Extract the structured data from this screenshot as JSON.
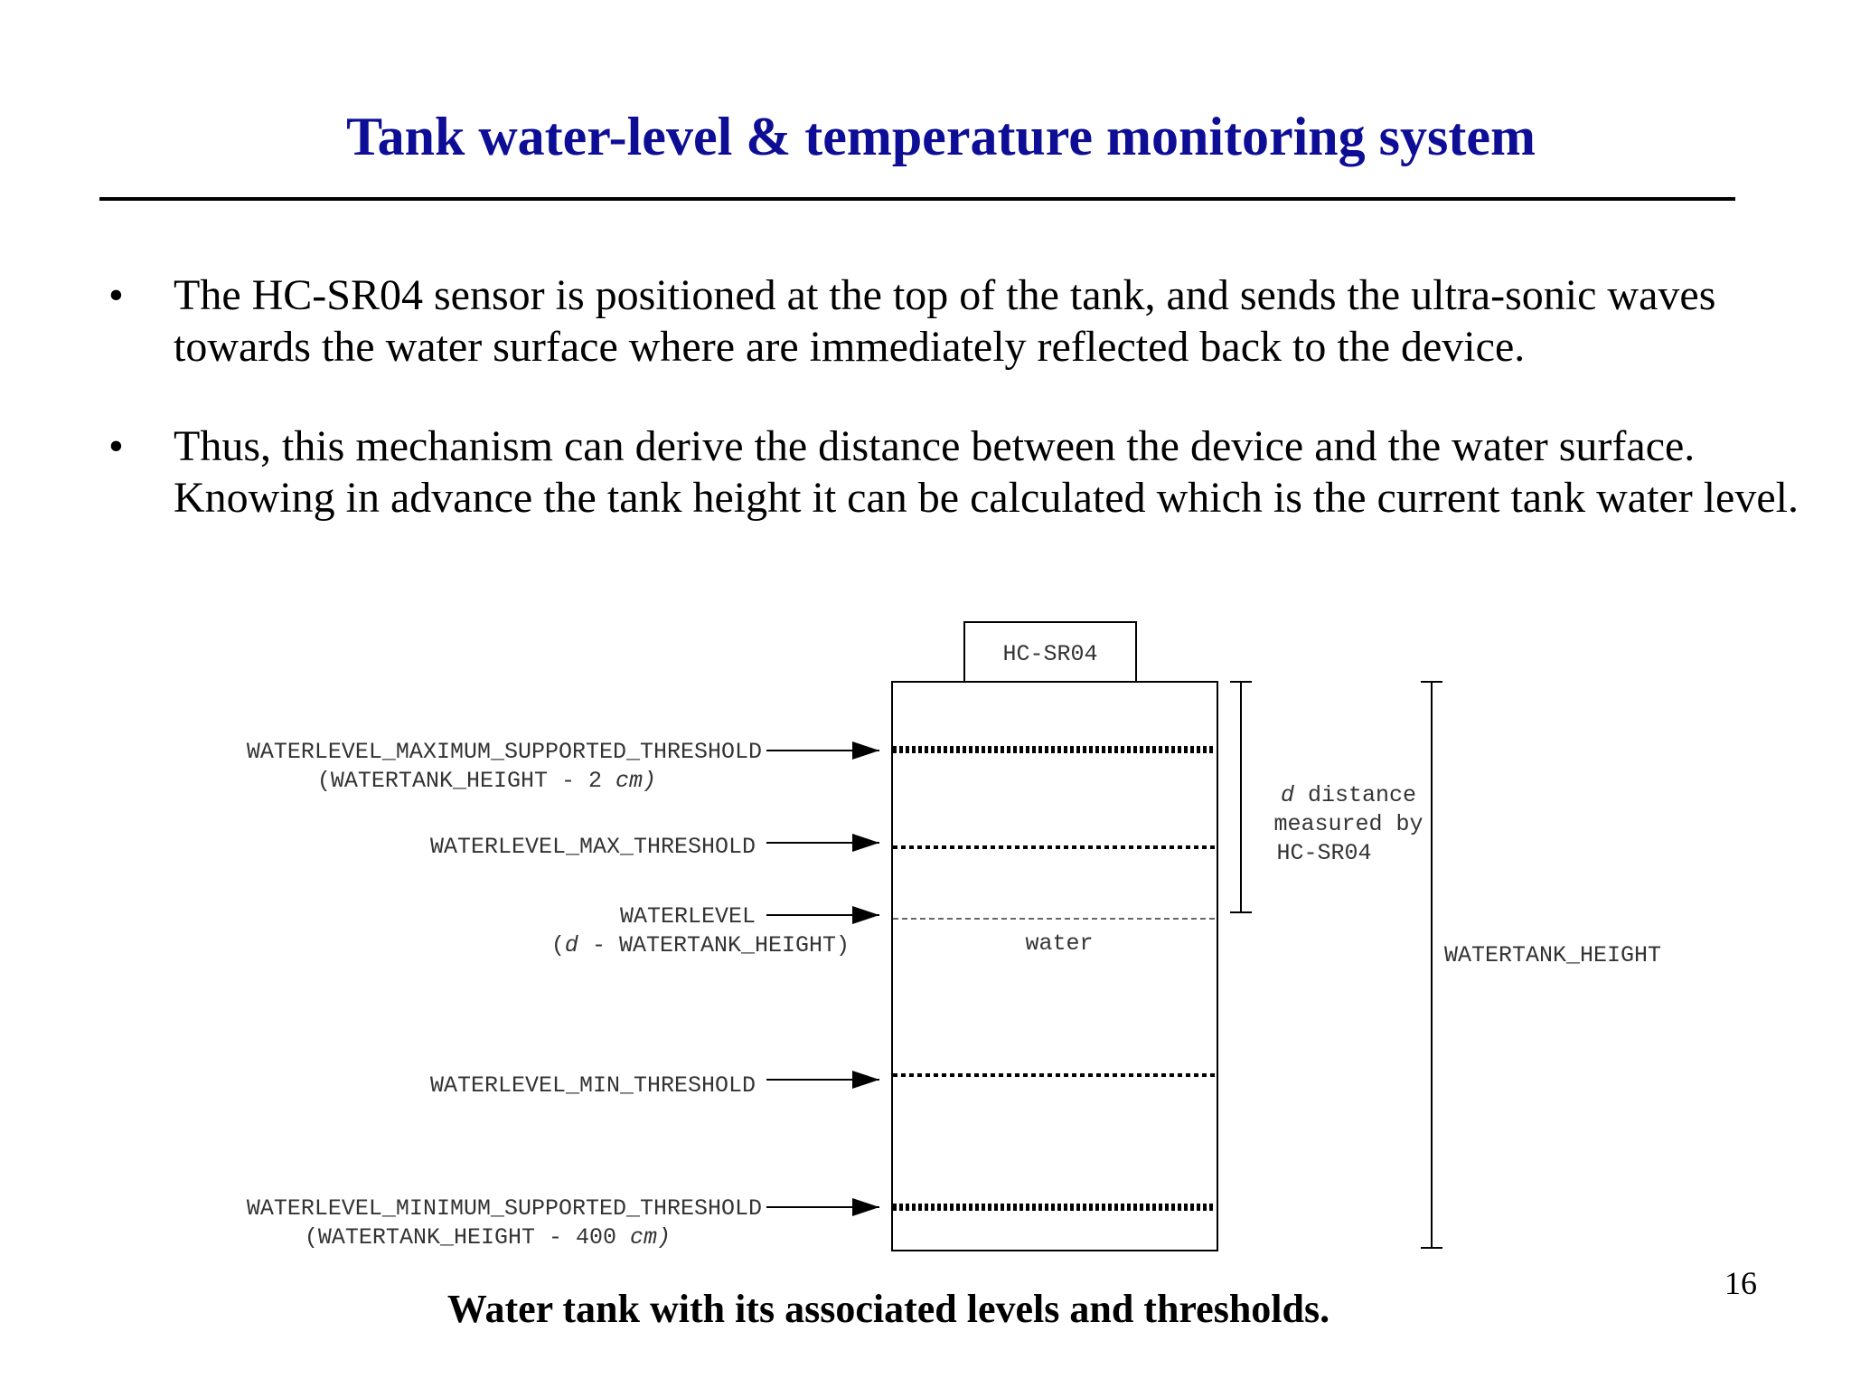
{
  "slide": {
    "title": "Tank water-level & temperature monitoring system",
    "bullets": [
      "The HC-SR04 sensor is positioned at the top of the tank, and sends the ultra-sonic waves towards the water surface where are immediately reflected back to the device.",
      "Thus, this mechanism can derive the distance between the device and the water surface. Knowing in advance the tank height it can be calculated which is the current tank water level."
    ],
    "bullet_symbol": "•",
    "caption": "Water tank with its associated levels and thresholds.",
    "page_number": "16"
  },
  "diagram": {
    "sensor_label": "HC-SR04",
    "water_label": "water",
    "levels": {
      "max_supported": {
        "name": "WATERLEVEL_MAXIMUM_SUPPORTED_THRESHOLD",
        "formula_prefix": "(WATERTANK_HEIGHT - 2 ",
        "formula_unit": "cm)"
      },
      "max": {
        "name": "WATERLEVEL_MAX_THRESHOLD"
      },
      "waterlevel": {
        "name": "WATERLEVEL",
        "formula_open": "(",
        "formula_var": "d",
        "formula_rest": " - WATERTANK_HEIGHT)"
      },
      "min": {
        "name": "WATERLEVEL_MIN_THRESHOLD"
      },
      "min_supported": {
        "name": "WATERLEVEL_MINIMUM_SUPPORTED_THRESHOLD",
        "formula_prefix": "(WATERTANK_HEIGHT - 400 ",
        "formula_unit": "cm)"
      }
    },
    "distance_label": {
      "var": "d",
      "line1_rest": " distance",
      "line2": "measured by",
      "line3": "HC-SR04"
    },
    "height_label": "WATERTANK_HEIGHT"
  }
}
